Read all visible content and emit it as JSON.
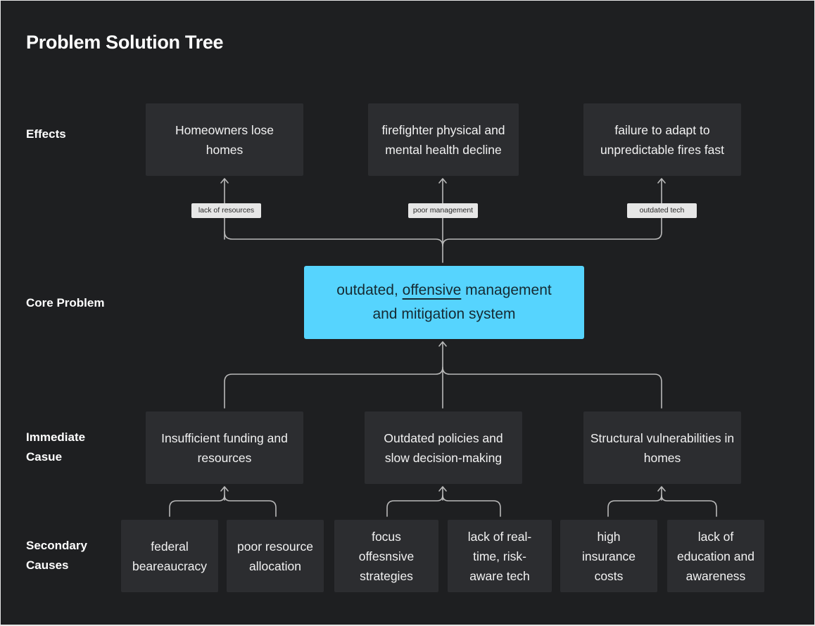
{
  "title": "Problem Solution Tree",
  "row_labels": {
    "effects": "Effects",
    "core_problem": "Core Problem",
    "immediate_cause_line1": "Immediate",
    "immediate_cause_line2": "Casue",
    "secondary_causes_line1": "Secondary",
    "secondary_causes_line2": "Causes"
  },
  "effects": [
    {
      "text": "Homeowners lose homes",
      "link_label": "lack of resources"
    },
    {
      "text": "firefighter physical and mental health decline",
      "link_label": "poor management"
    },
    {
      "text": "failure to adapt to unpredictable fires fast",
      "link_label": "outdated tech"
    }
  ],
  "core_problem": {
    "prefix": "outdated, ",
    "emphasis": "offensive",
    "suffix": " management and mitigation system",
    "color": "#56d4fe"
  },
  "immediate_causes": [
    {
      "text": "Insufficient funding and resources",
      "secondary": [
        "federal beareaucracy",
        "poor resource allocation"
      ]
    },
    {
      "text": "Outdated policies and slow decision-making",
      "secondary": [
        "focus offesnsive strategies",
        "lack of real-time, risk-aware tech"
      ]
    },
    {
      "text": "Structural vulnerabilities in homes",
      "secondary": [
        "high insurance costs",
        "lack of education and awareness"
      ]
    }
  ]
}
